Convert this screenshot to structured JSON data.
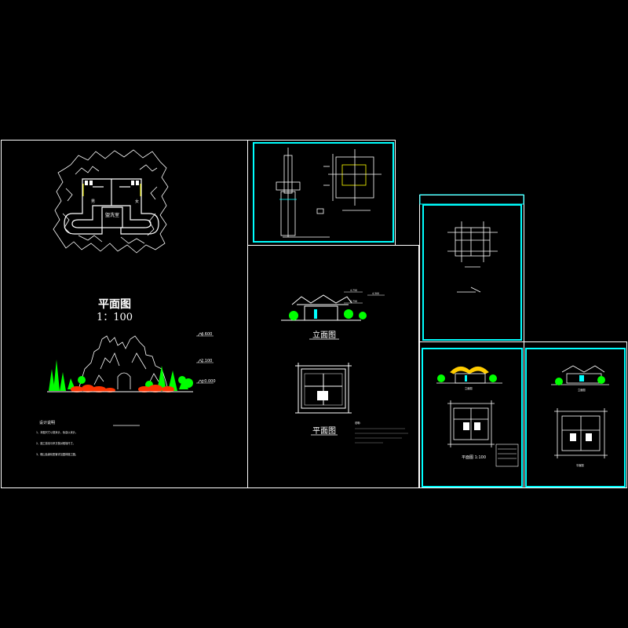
{
  "colors": {
    "background": "#000000",
    "sheet_border": "#ffffff",
    "frame": "#00ffff",
    "wall": "#ffffff",
    "plants": "#00ff00",
    "flowers": "#ff3300",
    "roof": "#ffcc00",
    "rock": "#ffffff"
  },
  "sheet1": {
    "plan_title": "平面图",
    "plan_scale": "1：100",
    "room_center": "盥洗室",
    "room_left": "男",
    "room_right": "女",
    "elev_marks": [
      "4.600",
      "2.100",
      "±0.000"
    ],
    "notes_title": "设计说明",
    "notes": [
      "1、本图尺寸以毫米计，标高以米计。",
      "2、施工前请与甲方核对现场尺寸。",
      "3、假山及绿化配置详见园林施工图。"
    ]
  },
  "sheet3": {
    "elev_title": "立面图",
    "plan_title": "平面图",
    "elev_marks": [
      "4.750",
      "3.750",
      "4.300"
    ],
    "notes_title": "说明:"
  },
  "sheet5": {
    "plan_label": "平面图 1:100",
    "elev_label": "立面图"
  },
  "sheet6": {
    "elev_label": "立面图",
    "plan_label": "平面图"
  }
}
